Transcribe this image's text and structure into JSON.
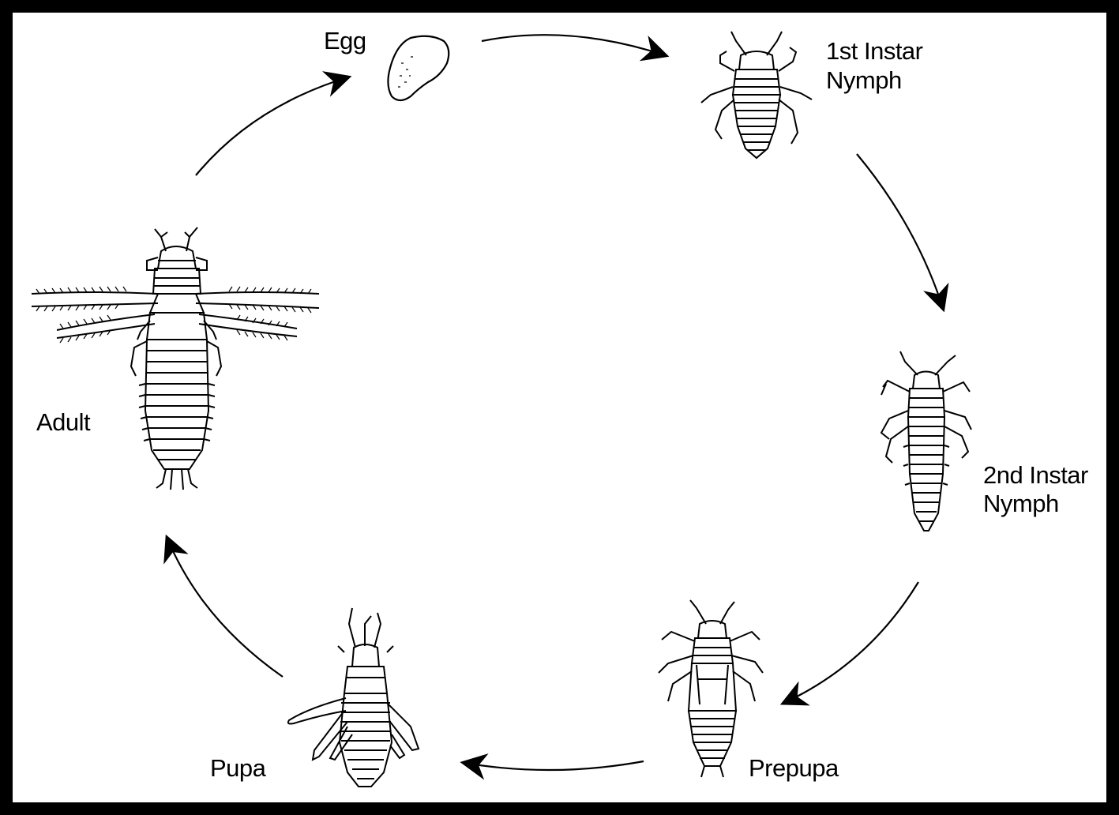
{
  "stages": {
    "egg": {
      "label": "Egg"
    },
    "first_instar": {
      "line1": "1st Instar",
      "line2": "Nymph"
    },
    "second_instar": {
      "line1": "2nd Instar",
      "line2": "Nymph"
    },
    "prepupa": {
      "label": "Prepupa"
    },
    "pupa": {
      "label": "Pupa"
    },
    "adult": {
      "label": "Adult"
    }
  }
}
